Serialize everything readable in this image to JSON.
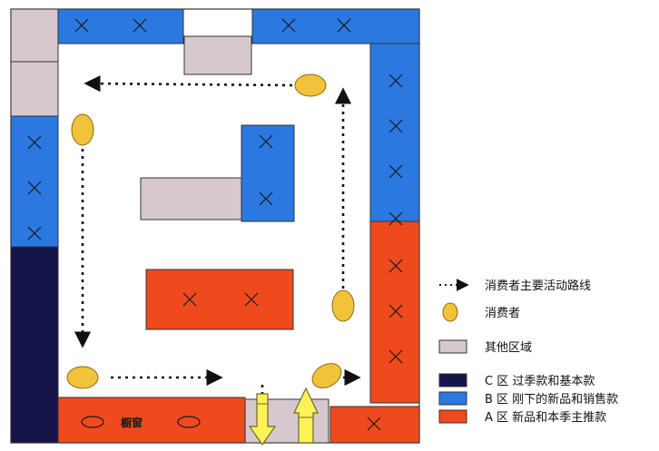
{
  "colors": {
    "zone_a": "#ee4a1e",
    "zone_b": "#2b78e0",
    "zone_c": "#15154a",
    "other": "#d6c8cc",
    "consumer": "#f0c33a",
    "entrance_arrow": "#fff15a",
    "outline": "#333333",
    "path": "#111111"
  },
  "floorplan": {
    "window_label": "橱窗"
  },
  "legend": {
    "items": [
      {
        "kind": "path",
        "label": "消费者主要活动路线"
      },
      {
        "kind": "consumer",
        "label": "消费者"
      },
      {
        "kind": "other",
        "label": "其他区域"
      },
      {
        "kind": "zone_c",
        "label": "C 区  过季款和基本款"
      },
      {
        "kind": "zone_b",
        "label": "B 区  刚下的新品和销售款"
      },
      {
        "kind": "zone_a",
        "label": "A 区  新品和本季主推款"
      }
    ]
  }
}
